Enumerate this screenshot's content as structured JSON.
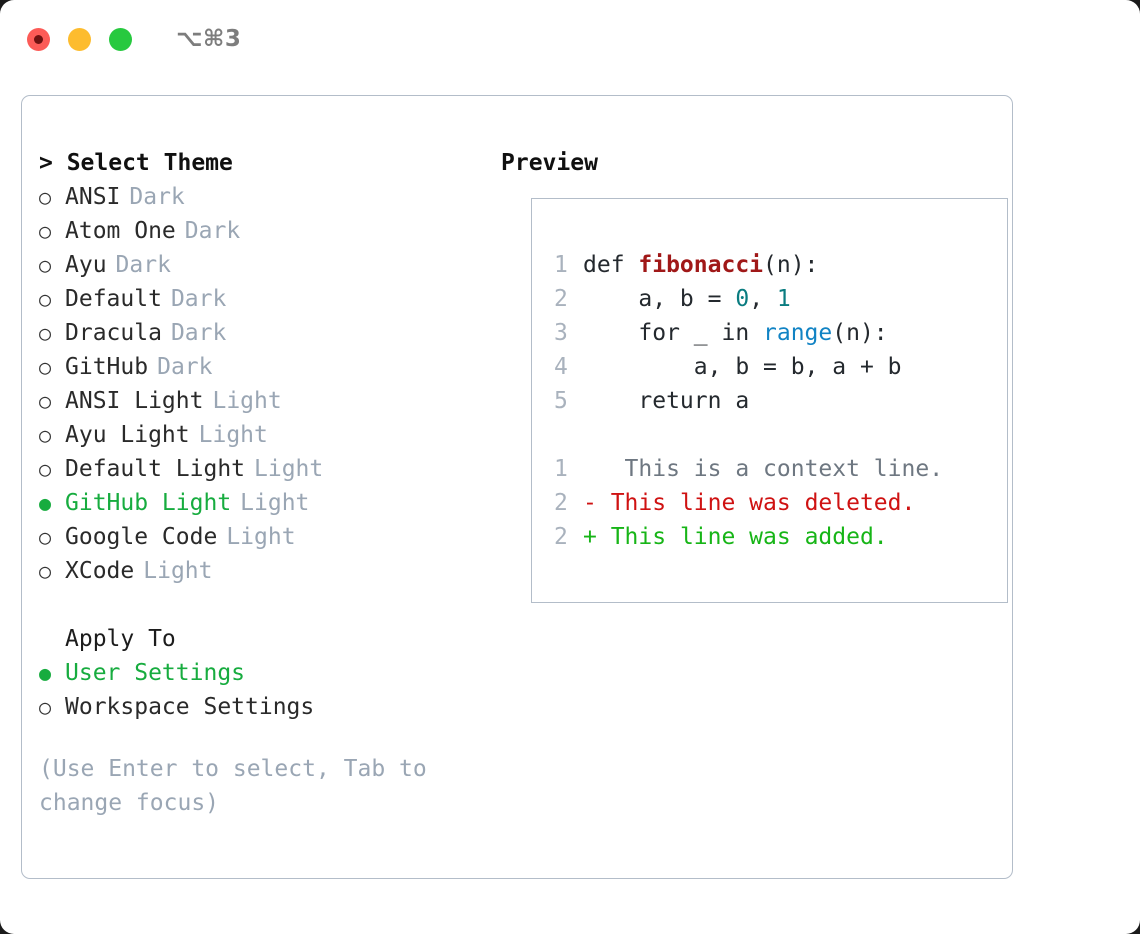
{
  "titlebar": {
    "shortcut": "⌥⌘3",
    "buttons": [
      {
        "name": "close",
        "color": "#fc5b57"
      },
      {
        "name": "minimize",
        "color": "#fdbc2e"
      },
      {
        "name": "zoom",
        "color": "#27c93f"
      }
    ]
  },
  "accent_color": "#17ac3f",
  "theme_list": {
    "heading": "> Select Theme",
    "items": [
      {
        "label": "ANSI",
        "category": "Dark",
        "selected": false,
        "bullet": "○"
      },
      {
        "label": "Atom One",
        "category": "Dark",
        "selected": false,
        "bullet": "○"
      },
      {
        "label": "Ayu",
        "category": "Dark",
        "selected": false,
        "bullet": "○"
      },
      {
        "label": "Default",
        "category": "Dark",
        "selected": false,
        "bullet": "○"
      },
      {
        "label": "Dracula",
        "category": "Dark",
        "selected": false,
        "bullet": "○"
      },
      {
        "label": "GitHub",
        "category": "Dark",
        "selected": false,
        "bullet": "○"
      },
      {
        "label": "ANSI Light",
        "category": "Light",
        "selected": false,
        "bullet": "○"
      },
      {
        "label": "Ayu Light",
        "category": "Light",
        "selected": false,
        "bullet": "○"
      },
      {
        "label": "Default Light",
        "category": "Light",
        "selected": false,
        "bullet": "○"
      },
      {
        "label": "GitHub Light",
        "category": "Light",
        "selected": true,
        "bullet": "●"
      },
      {
        "label": "Google Code",
        "category": "Light",
        "selected": false,
        "bullet": "○"
      },
      {
        "label": "XCode",
        "category": "Light",
        "selected": false,
        "bullet": "○"
      }
    ]
  },
  "apply_to": {
    "heading": "Apply To",
    "items": [
      {
        "label": "User Settings",
        "selected": true,
        "bullet": "●"
      },
      {
        "label": "Workspace Settings",
        "selected": false,
        "bullet": "○"
      }
    ]
  },
  "hint": "(Use Enter to select, Tab to change focus)",
  "preview": {
    "heading": "Preview",
    "code_lines": [
      {
        "number": "1",
        "tokens": [
          {
            "text": "def ",
            "kind": "kw"
          },
          {
            "text": "fibonacci",
            "kind": "fn"
          },
          {
            "text": "(n):",
            "kind": "plain"
          }
        ]
      },
      {
        "number": "2",
        "tokens": [
          {
            "text": "    a, b = ",
            "kind": "plain"
          },
          {
            "text": "0",
            "kind": "num"
          },
          {
            "text": ", ",
            "kind": "plain"
          },
          {
            "text": "1",
            "kind": "num"
          }
        ]
      },
      {
        "number": "3",
        "tokens": [
          {
            "text": "    for _ in ",
            "kind": "plain"
          },
          {
            "text": "range",
            "kind": "call"
          },
          {
            "text": "(n):",
            "kind": "plain"
          }
        ]
      },
      {
        "number": "4",
        "tokens": [
          {
            "text": "        a, b = b, a + b",
            "kind": "plain"
          }
        ]
      },
      {
        "number": "5",
        "tokens": [
          {
            "text": "    return a",
            "kind": "plain"
          }
        ]
      }
    ],
    "diff_lines": [
      {
        "number": "1",
        "marker": " ",
        "text": "  This is a context line.",
        "kind": "context"
      },
      {
        "number": "2",
        "marker": "-",
        "text": " This line was deleted.",
        "kind": "deleted"
      },
      {
        "number": "2",
        "marker": "+",
        "text": " This line was added.",
        "kind": "added"
      }
    ]
  }
}
